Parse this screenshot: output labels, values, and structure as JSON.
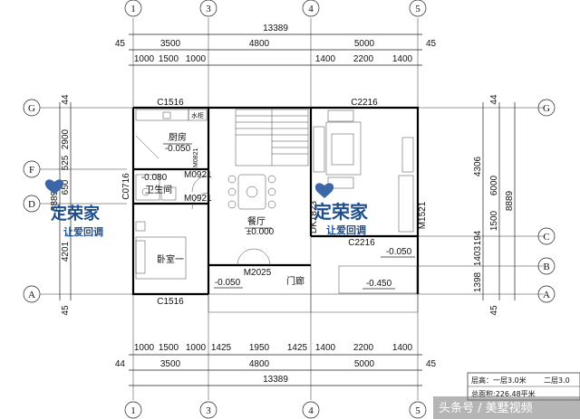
{
  "axes": {
    "columns": [
      "1",
      "3",
      "4",
      "5"
    ],
    "rows": [
      "G",
      "F",
      "D",
      "C",
      "B",
      "A"
    ]
  },
  "top_dims": {
    "total": "13389",
    "edge_left": "45",
    "edge_right": "45",
    "spans": [
      "3500",
      "4800",
      "5000"
    ],
    "subs": [
      "1000",
      "1500",
      "1000",
      "1400",
      "2200",
      "1400"
    ]
  },
  "bottom_dims": {
    "total": "13389",
    "edge_left": "44",
    "edge_right": "45",
    "spans": [
      "3500",
      "4800",
      "5000"
    ],
    "subs": [
      "1000",
      "1500",
      "1000",
      "1425",
      "1950",
      "1425",
      "1400",
      "2200",
      "1400"
    ]
  },
  "left_dims": {
    "top": "44",
    "total": "8889",
    "segments": [
      "2900",
      "525",
      "650",
      "4201"
    ],
    "bottom": "45"
  },
  "right_dims": {
    "top": "44",
    "total": "8889",
    "big": [
      "4306",
      "194",
      "1403",
      "1398"
    ],
    "mid": [
      "6000",
      "1500"
    ],
    "bottom": "45"
  },
  "rooms": {
    "kitchen": "厨房",
    "kitchen_level": "-0.050",
    "bath": "卫生间",
    "bath_level": "-0.080",
    "bedroom": "卧室一",
    "dining": "餐厅",
    "dining_level": "±0.000",
    "corridor": "门廊",
    "corridor_level_left": "-0.050",
    "corridor_level_right": "-0.450",
    "living_level": "-0.050"
  },
  "labels": {
    "window_kitchen_top": "C1516",
    "window_living_top": "C2216",
    "window_bedroom_bottom": "C1516",
    "window_living_mid": "C2216",
    "door_m0921_a": "M0921",
    "door_m0921_b": "M0921",
    "door_m0821": "M0821",
    "window_c0716": "C0716",
    "door_m2025": "M2025",
    "door_m1521": "M1521",
    "door_dk1823": "DK1823",
    "water_heater": "水柜"
  },
  "watermark": {
    "brand": "定荣家",
    "slogan": "让爱回调"
  },
  "info_box": {
    "floor_height": "层高：一层3.0米",
    "floor_height_2": "二层3.0",
    "area": "总面积:226.48平米"
  },
  "credit": "头条号 / 美墅视频"
}
